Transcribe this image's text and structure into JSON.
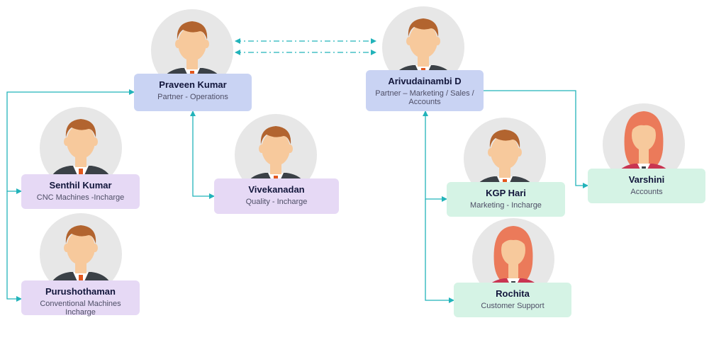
{
  "colors": {
    "connector": "#22b3ba",
    "partner_card": "#c9d3f3",
    "incharge_card": "#e6d9f5",
    "team_card": "#d5f3e5",
    "suit": "#3b4147",
    "tie": "#e2571e",
    "skin": "#f7c99c",
    "hair_male": "#b2642f",
    "hair_female": "#eb7a5a",
    "jacket_female": "#c93552",
    "avatar_bg": "#e7e7e7"
  },
  "people": [
    {
      "id": "praveen",
      "name": "Praveen Kumar",
      "role": "Partner - Operations",
      "group": "partner",
      "avatar": "male-avatar-icon"
    },
    {
      "id": "arivu",
      "name": "Arivudainambi D",
      "role": "Partner – Marketing / Sales / Accounts",
      "group": "partner",
      "avatar": "male-avatar-icon"
    },
    {
      "id": "senthil",
      "name": "Senthil Kumar",
      "role": "CNC Machines -Incharge",
      "group": "incharge",
      "avatar": "male-avatar-icon"
    },
    {
      "id": "puru",
      "name": "Purushothaman",
      "role": "Conventional Machines Incharge",
      "group": "incharge",
      "avatar": "male-avatar-icon"
    },
    {
      "id": "vivek",
      "name": "Vivekanadan",
      "role": "Quality - Incharge",
      "group": "incharge",
      "avatar": "male-avatar-icon"
    },
    {
      "id": "kgp",
      "name": "KGP Hari",
      "role": "Marketing - Incharge",
      "group": "team",
      "avatar": "male-avatar-icon"
    },
    {
      "id": "rochita",
      "name": "Rochita",
      "role": "Customer Support",
      "group": "team",
      "avatar": "female-avatar-icon"
    },
    {
      "id": "varshini",
      "name": "Varshini",
      "role": "Accounts",
      "group": "team",
      "avatar": "female-avatar-icon"
    }
  ],
  "links": [
    {
      "from": "praveen",
      "to": "arivu",
      "style": "dash-dot",
      "direction": "both"
    },
    {
      "from": "praveen",
      "to": "senthil",
      "style": "solid"
    },
    {
      "from": "praveen",
      "to": "puru",
      "style": "solid"
    },
    {
      "from": "praveen",
      "to": "vivek",
      "style": "solid"
    },
    {
      "from": "arivu",
      "to": "kgp",
      "style": "solid"
    },
    {
      "from": "arivu",
      "to": "rochita",
      "style": "solid"
    },
    {
      "from": "arivu",
      "to": "varshini",
      "style": "solid"
    }
  ]
}
